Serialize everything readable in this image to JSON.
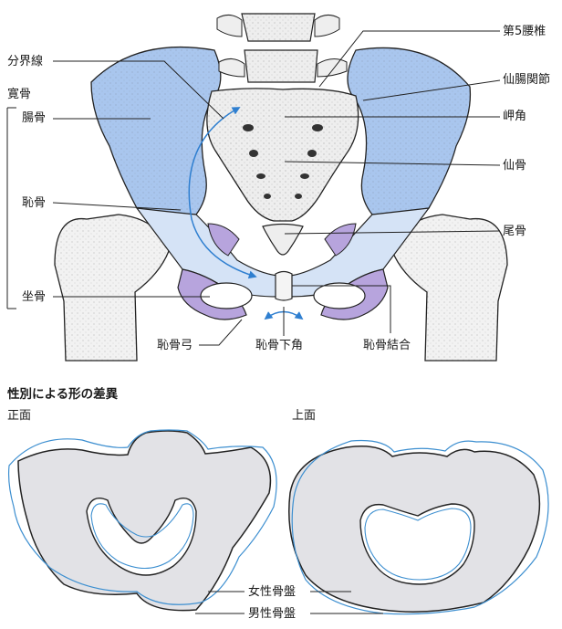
{
  "anatomy": {
    "labels": {
      "bunkaisen": "分界線",
      "kankotsu": "寛骨",
      "chokotsu": "腸骨",
      "chikotsu": "恥骨",
      "zakotsu": "坐骨",
      "dai5yotsui": "第5腰椎",
      "senchokansetsu": "仙腸関節",
      "kokaku": "岬角",
      "senkotsu": "仙骨",
      "bikotsu": "尾骨",
      "chikotsukyu": "恥骨弓",
      "chikotsukakaku": "恥骨下角",
      "chikotsuketsugo": "恥骨結合"
    }
  },
  "comparison": {
    "heading": "性別による形の差異",
    "front_label": "正面",
    "top_label": "上面",
    "female_label": "女性骨盤",
    "male_label": "男性骨盤"
  },
  "colors": {
    "ilium_blue": "#a9c6ee",
    "ischium_purple": "#b7a4dd",
    "pubis_light_blue": "#d5e3f6",
    "bone_fill": "#eeeeee",
    "pelvis_gray": "#e2e2e6",
    "female_outline": "#3d8fd0",
    "male_outline": "#222222"
  }
}
